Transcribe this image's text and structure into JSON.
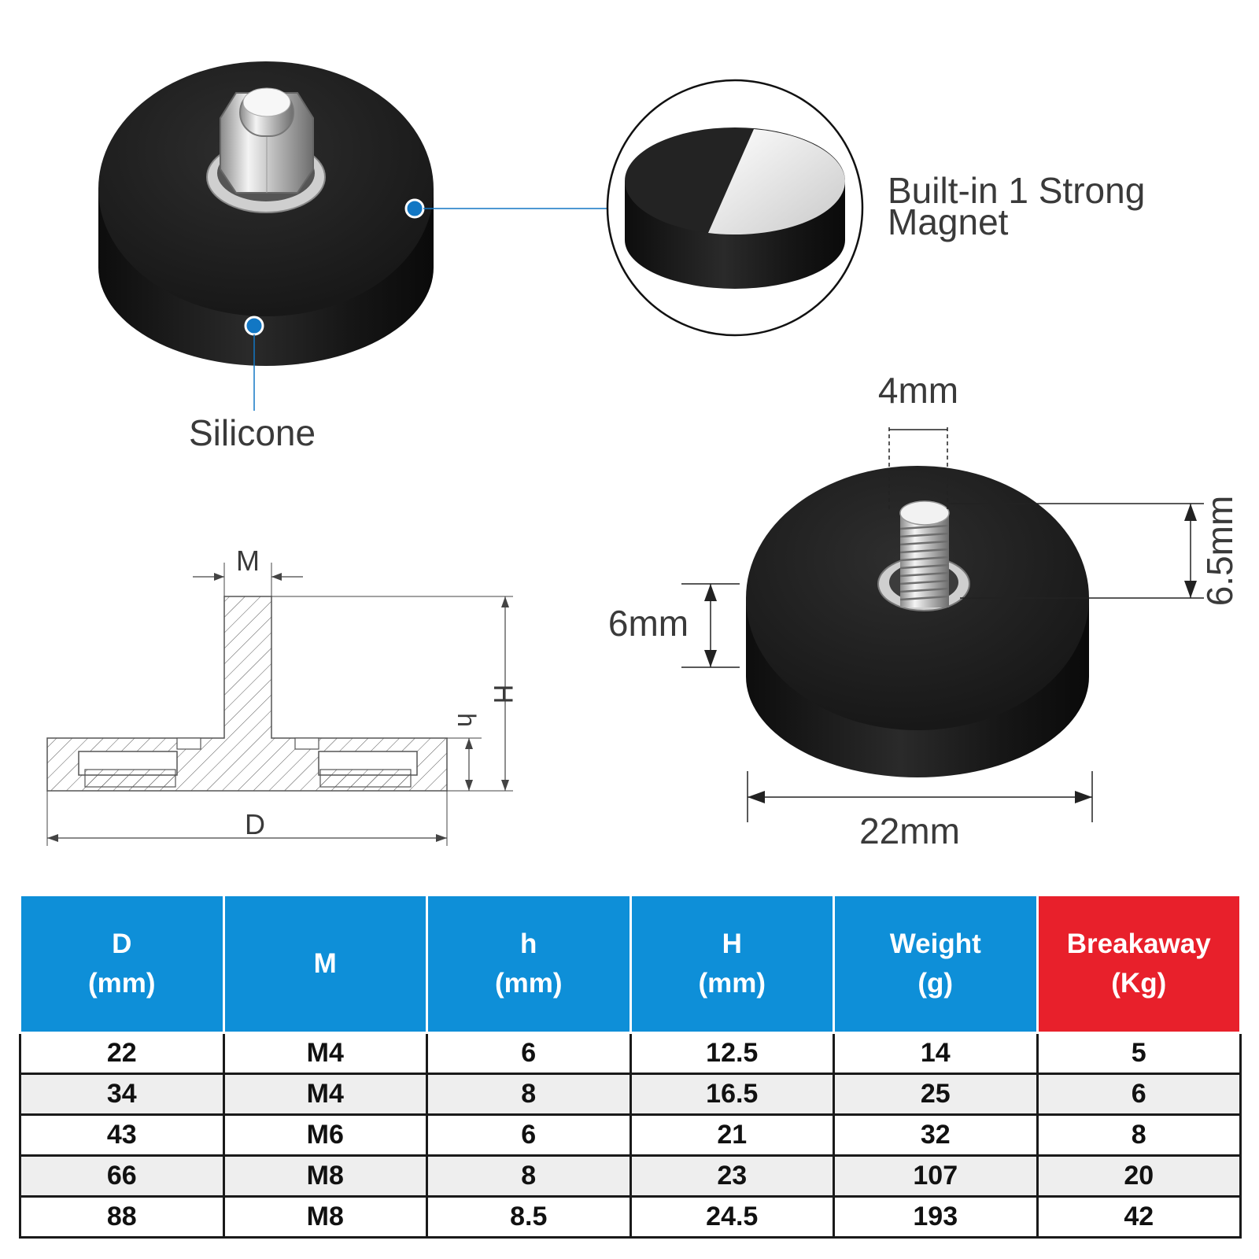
{
  "labels": {
    "magnet_callout_line1": "Built-in 1 Strong",
    "magnet_callout_line2": "Magnet",
    "silicone_callout": "Silicone",
    "stud_diameter": "4mm",
    "stud_height": "6.5mm",
    "base_height": "6mm",
    "base_diameter": "22mm",
    "dim_M": "M",
    "dim_H": "H",
    "dim_h": "h",
    "dim_D": "D"
  },
  "colors": {
    "header_blue": "#0e8fd8",
    "header_red": "#e8202b",
    "callout_dot": "#1277c4",
    "rubber_black": "#1c1c1c"
  },
  "table": {
    "headers": [
      {
        "line1": "D",
        "line2": "(mm)",
        "color": "blue"
      },
      {
        "line1": "M",
        "line2": "",
        "color": "blue"
      },
      {
        "line1": "h",
        "line2": "(mm)",
        "color": "blue"
      },
      {
        "line1": "H",
        "line2": "(mm)",
        "color": "blue"
      },
      {
        "line1": "Weight",
        "line2": "(g)",
        "color": "blue"
      },
      {
        "line1": "Breakaway",
        "line2": "(Kg)",
        "color": "red"
      }
    ],
    "rows": [
      [
        "22",
        "M4",
        "6",
        "12.5",
        "14",
        "5"
      ],
      [
        "34",
        "M4",
        "8",
        "16.5",
        "25",
        "6"
      ],
      [
        "43",
        "M6",
        "6",
        "21",
        "32",
        "8"
      ],
      [
        "66",
        "M8",
        "8",
        "23",
        "107",
        "20"
      ],
      [
        "88",
        "M8",
        "8.5",
        "24.5",
        "193",
        "42"
      ]
    ]
  }
}
